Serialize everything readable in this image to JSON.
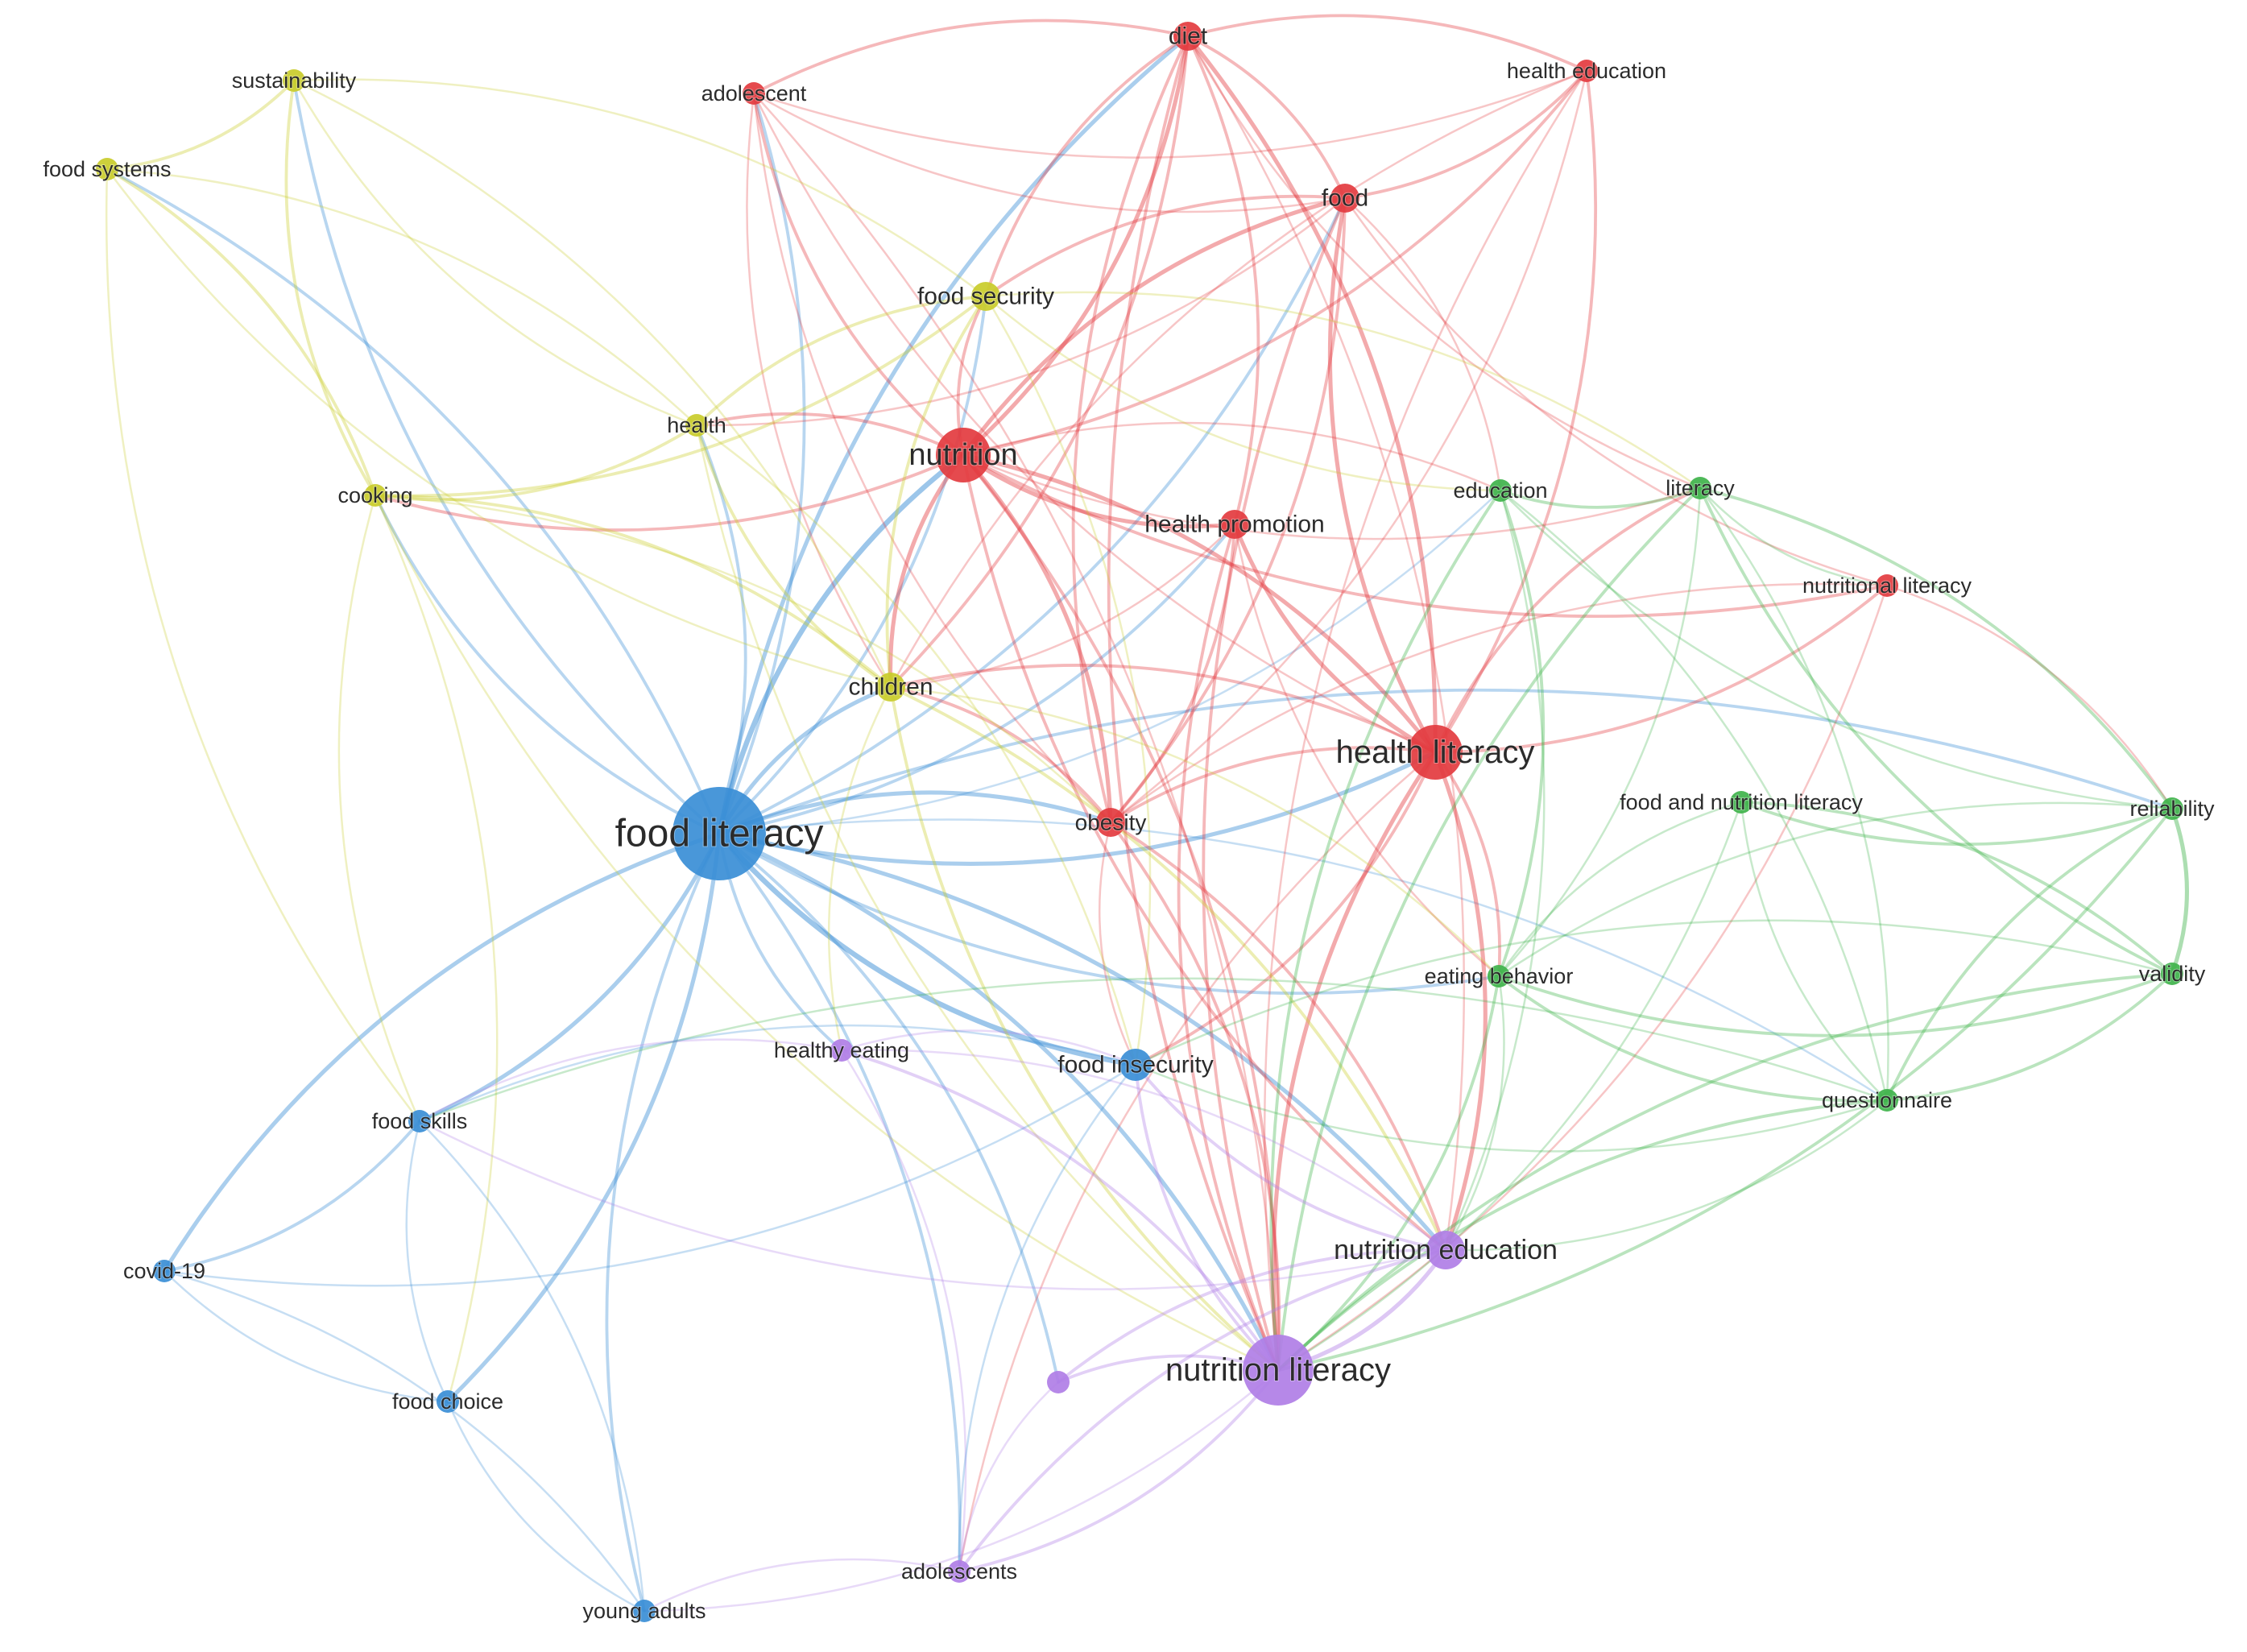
{
  "clusters": {
    "red": "#e33b3f",
    "blue": "#3a8ed6",
    "green": "#3fb34b",
    "yellow": "#c9cc2a",
    "purple": "#b07ee6"
  },
  "nodes": [
    {
      "id": "food-literacy",
      "label": "food literacy",
      "cluster": "blue",
      "weight": 10
    },
    {
      "id": "nutrition-literacy",
      "label": "nutrition literacy",
      "cluster": "purple",
      "weight": 7
    },
    {
      "id": "health-literacy",
      "label": "health literacy",
      "cluster": "red",
      "weight": 6
    },
    {
      "id": "nutrition",
      "label": "nutrition",
      "cluster": "red",
      "weight": 6
    },
    {
      "id": "nutrition-education",
      "label": "nutrition education",
      "cluster": "purple",
      "weight": 4
    },
    {
      "id": "food-insecurity",
      "label": "food insecurity",
      "cluster": "blue",
      "weight": 3
    },
    {
      "id": "obesity",
      "label": "obesity",
      "cluster": "red",
      "weight": 3
    },
    {
      "id": "children",
      "label": "children",
      "cluster": "yellow",
      "weight": 3
    },
    {
      "id": "diet",
      "label": "diet",
      "cluster": "red",
      "weight": 3
    },
    {
      "id": "food",
      "label": "food",
      "cluster": "red",
      "weight": 3
    },
    {
      "id": "health-promotion",
      "label": "health promotion",
      "cluster": "red",
      "weight": 3
    },
    {
      "id": "food-security",
      "label": "food security",
      "cluster": "yellow",
      "weight": 3
    },
    {
      "id": "health-education",
      "label": "health education",
      "cluster": "red",
      "weight": 2
    },
    {
      "id": "adolescent",
      "label": "adolescent",
      "cluster": "red",
      "weight": 2
    },
    {
      "id": "sustainability",
      "label": "sustainability",
      "cluster": "yellow",
      "weight": 2
    },
    {
      "id": "food-systems",
      "label": "food systems",
      "cluster": "yellow",
      "weight": 2
    },
    {
      "id": "health",
      "label": "health",
      "cluster": "yellow",
      "weight": 2
    },
    {
      "id": "cooking",
      "label": "cooking",
      "cluster": "yellow",
      "weight": 2
    },
    {
      "id": "education",
      "label": "education",
      "cluster": "green",
      "weight": 2
    },
    {
      "id": "literacy",
      "label": "literacy",
      "cluster": "green",
      "weight": 2
    },
    {
      "id": "nutritional-literacy",
      "label": "nutritional literacy",
      "cluster": "red",
      "weight": 2
    },
    {
      "id": "food-and-nutrition-literacy",
      "label": "food and nutrition literacy",
      "cluster": "green",
      "weight": 2
    },
    {
      "id": "reliability",
      "label": "reliability",
      "cluster": "green",
      "weight": 2
    },
    {
      "id": "validity",
      "label": "validity",
      "cluster": "green",
      "weight": 2
    },
    {
      "id": "eating-behavior",
      "label": "eating behavior",
      "cluster": "green",
      "weight": 2
    },
    {
      "id": "questionnaire",
      "label": "questionnaire",
      "cluster": "green",
      "weight": 2
    },
    {
      "id": "healthy-eating",
      "label": "healthy eating",
      "cluster": "purple",
      "weight": 2
    },
    {
      "id": "food-skills",
      "label": "food skills",
      "cluster": "blue",
      "weight": 2
    },
    {
      "id": "covid-19",
      "label": "covid-19",
      "cluster": "blue",
      "weight": 2
    },
    {
      "id": "food-choice",
      "label": "food choice",
      "cluster": "blue",
      "weight": 2
    },
    {
      "id": "young-adults",
      "label": "young adults",
      "cluster": "blue",
      "weight": 2
    },
    {
      "id": "adolescents",
      "label": "adolescents",
      "cluster": "purple",
      "weight": 2
    },
    {
      "id": "unlabeled-purple",
      "label": "",
      "cluster": "purple",
      "weight": 2
    }
  ],
  "links": [
    [
      "food-literacy",
      "nutrition",
      4
    ],
    [
      "food-literacy",
      "health-literacy",
      3
    ],
    [
      "food-literacy",
      "nutrition-literacy",
      3
    ],
    [
      "food-literacy",
      "food-insecurity",
      4
    ],
    [
      "food-literacy",
      "children",
      3
    ],
    [
      "food-literacy",
      "food-security",
      2
    ],
    [
      "food-literacy",
      "diet",
      3
    ],
    [
      "food-literacy",
      "food",
      2
    ],
    [
      "food-literacy",
      "obesity",
      3
    ],
    [
      "food-literacy",
      "health-promotion",
      2
    ],
    [
      "food-literacy",
      "cooking",
      2
    ],
    [
      "food-literacy",
      "health",
      2
    ],
    [
      "food-literacy",
      "sustainability",
      2
    ],
    [
      "food-literacy",
      "food-systems",
      2
    ],
    [
      "food-literacy",
      "food-skills",
      3
    ],
    [
      "food-literacy",
      "covid-19",
      3
    ],
    [
      "food-literacy",
      "food-choice",
      3
    ],
    [
      "food-literacy",
      "young-adults",
      2
    ],
    [
      "food-literacy",
      "adolescents",
      2
    ],
    [
      "food-literacy",
      "healthy-eating",
      2
    ],
    [
      "food-literacy",
      "nutrition-education",
      3
    ],
    [
      "food-literacy",
      "eating-behavior",
      2
    ],
    [
      "food-literacy",
      "questionnaire",
      1
    ],
    [
      "food-literacy",
      "adolescent",
      2
    ],
    [
      "food-literacy",
      "reliability",
      2
    ],
    [
      "food-literacy",
      "education",
      1
    ],
    [
      "food-literacy",
      "unlabeled-purple",
      2
    ],
    [
      "nutrition",
      "diet",
      3
    ],
    [
      "nutrition",
      "food",
      3
    ],
    [
      "nutrition",
      "health-education",
      2
    ],
    [
      "nutrition",
      "health-literacy",
      3
    ],
    [
      "nutrition",
      "health-promotion",
      3
    ],
    [
      "nutrition",
      "obesity",
      3
    ],
    [
      "nutrition",
      "children",
      3
    ],
    [
      "nutrition",
      "adolescent",
      2
    ],
    [
      "nutrition",
      "nutritional-literacy",
      2
    ],
    [
      "nutrition",
      "education",
      1
    ],
    [
      "nutrition",
      "literacy",
      1
    ],
    [
      "nutrition",
      "nutrition-literacy",
      2
    ],
    [
      "nutrition",
      "nutrition-education",
      2
    ],
    [
      "nutrition",
      "food-security",
      2
    ],
    [
      "nutrition",
      "health",
      2
    ],
    [
      "nutrition",
      "cooking",
      2
    ],
    [
      "health-literacy",
      "diet",
      3
    ],
    [
      "health-literacy",
      "food",
      3
    ],
    [
      "health-literacy",
      "health-education",
      2
    ],
    [
      "health-literacy",
      "health-promotion",
      3
    ],
    [
      "health-literacy",
      "nutrition-literacy",
      3
    ],
    [
      "health-literacy",
      "nutrition-education",
      3
    ],
    [
      "health-literacy",
      "obesity",
      2
    ],
    [
      "health-literacy",
      "eating-behavior",
      2
    ],
    [
      "health-literacy",
      "nutritional-literacy",
      2
    ],
    [
      "health-literacy",
      "literacy",
      2
    ],
    [
      "health-literacy",
      "children",
      2
    ],
    [
      "health-literacy",
      "food-insecurity",
      2
    ],
    [
      "health-literacy",
      "adolescents",
      1
    ],
    [
      "health-literacy",
      "adolescent",
      1
    ],
    [
      "diet",
      "adolescent",
      2
    ],
    [
      "diet",
      "food",
      2
    ],
    [
      "diet",
      "obesity",
      2
    ],
    [
      "diet",
      "health-education",
      2
    ],
    [
      "diet",
      "food-security",
      2
    ],
    [
      "diet",
      "health-promotion",
      2
    ],
    [
      "diet",
      "nutrition-literacy",
      2
    ],
    [
      "diet",
      "children",
      2
    ],
    [
      "diet",
      "literacy",
      1
    ],
    [
      "diet",
      "nutrition-education",
      1
    ],
    [
      "food",
      "health-education",
      2
    ],
    [
      "food",
      "obesity",
      2
    ],
    [
      "food",
      "nutrition-literacy",
      2
    ],
    [
      "food",
      "adolescent",
      1
    ],
    [
      "food",
      "nutritional-literacy",
      1
    ],
    [
      "food",
      "education",
      1
    ],
    [
      "food",
      "food-security",
      2
    ],
    [
      "food",
      "health",
      1
    ],
    [
      "health-education",
      "nutrition-literacy",
      1
    ],
    [
      "health-education",
      "obesity",
      1
    ],
    [
      "health-education",
      "children",
      1
    ],
    [
      "health-education",
      "adolescent",
      1
    ],
    [
      "adolescent",
      "obesity",
      1
    ],
    [
      "adolescent",
      "nutrition-literacy",
      1
    ],
    [
      "adolescent",
      "children",
      1
    ],
    [
      "health-promotion",
      "obesity",
      2
    ],
    [
      "health-promotion",
      "nutrition-literacy",
      2
    ],
    [
      "health-promotion",
      "children",
      1
    ],
    [
      "health-promotion",
      "eating-behavior",
      1
    ],
    [
      "obesity",
      "nutrition-literacy",
      2
    ],
    [
      "obesity",
      "children",
      2
    ],
    [
      "obesity",
      "nutrition-education",
      2
    ],
    [
      "obesity",
      "food-insecurity",
      1
    ],
    [
      "nutritional-literacy",
      "nutrition-literacy",
      1
    ],
    [
      "nutritional-literacy",
      "obesity",
      1
    ],
    [
      "nutritional-literacy",
      "reliability",
      1
    ],
    [
      "food-security",
      "children",
      2
    ],
    [
      "food-security",
      "cooking",
      2
    ],
    [
      "food-security",
      "health",
      2
    ],
    [
      "food-security",
      "food-insecurity",
      1
    ],
    [
      "food-security",
      "sustainability",
      1
    ],
    [
      "food-security",
      "literacy",
      1
    ],
    [
      "food-security",
      "education",
      1
    ],
    [
      "sustainability",
      "food-systems",
      2
    ],
    [
      "sustainability",
      "cooking",
      2
    ],
    [
      "sustainability",
      "children",
      1
    ],
    [
      "sustainability",
      "health",
      1
    ],
    [
      "food-systems",
      "cooking",
      2
    ],
    [
      "food-systems",
      "children",
      1
    ],
    [
      "food-systems",
      "health",
      1
    ],
    [
      "food-systems",
      "food-skills",
      1
    ],
    [
      "health",
      "cooking",
      2
    ],
    [
      "health",
      "children",
      2
    ],
    [
      "health",
      "food-insecurity",
      1
    ],
    [
      "health",
      "nutrition-literacy",
      1
    ],
    [
      "cooking",
      "children",
      2
    ],
    [
      "cooking",
      "food-skills",
      1
    ],
    [
      "cooking",
      "obesity",
      1
    ],
    [
      "cooking",
      "nutrition-literacy",
      1
    ],
    [
      "cooking",
      "food-choice",
      1
    ],
    [
      "children",
      "nutrition-literacy",
      2
    ],
    [
      "children",
      "nutrition-education",
      2
    ],
    [
      "children",
      "healthy-eating",
      1
    ],
    [
      "children",
      "eating-behavior",
      1
    ],
    [
      "education",
      "literacy",
      2
    ],
    [
      "education",
      "eating-behavior",
      2
    ],
    [
      "education",
      "nutrition-literacy",
      2
    ],
    [
      "education",
      "questionnaire",
      1
    ],
    [
      "education",
      "reliability",
      1
    ],
    [
      "education",
      "nutrition-education",
      1
    ],
    [
      "literacy",
      "nutritional-literacy",
      1
    ],
    [
      "literacy",
      "reliability",
      2
    ],
    [
      "literacy",
      "validity",
      2
    ],
    [
      "literacy",
      "questionnaire",
      1
    ],
    [
      "literacy",
      "nutrition-literacy",
      2
    ],
    [
      "literacy",
      "eating-behavior",
      1
    ],
    [
      "food-and-nutrition-literacy",
      "reliability",
      2
    ],
    [
      "food-and-nutrition-literacy",
      "validity",
      2
    ],
    [
      "food-and-nutrition-literacy",
      "questionnaire",
      1
    ],
    [
      "food-and-nutrition-literacy",
      "nutrition-literacy",
      1
    ],
    [
      "food-and-nutrition-literacy",
      "eating-behavior",
      1
    ],
    [
      "reliability",
      "validity",
      3
    ],
    [
      "reliability",
      "questionnaire",
      2
    ],
    [
      "reliability",
      "nutrition-literacy",
      2
    ],
    [
      "reliability",
      "eating-behavior",
      1
    ],
    [
      "validity",
      "questionnaire",
      2
    ],
    [
      "validity",
      "nutrition-literacy",
      2
    ],
    [
      "validity",
      "eating-behavior",
      2
    ],
    [
      "validity",
      "food-insecurity",
      1
    ],
    [
      "eating-behavior",
      "nutrition-literacy",
      2
    ],
    [
      "eating-behavior",
      "questionnaire",
      2
    ],
    [
      "eating-behavior",
      "nutrition-education",
      1
    ],
    [
      "questionnaire",
      "nutrition-literacy",
      2
    ],
    [
      "questionnaire",
      "nutrition-education",
      1
    ],
    [
      "questionnaire",
      "food-skills",
      1
    ],
    [
      "questionnaire",
      "food-insecurity",
      1
    ],
    [
      "nutrition-literacy",
      "nutrition-education",
      3
    ],
    [
      "nutrition-literacy",
      "adolescents",
      2
    ],
    [
      "nutrition-literacy",
      "healthy-eating",
      2
    ],
    [
      "nutrition-literacy",
      "food-insecurity",
      2
    ],
    [
      "nutrition-literacy",
      "unlabeled-purple",
      2
    ],
    [
      "nutrition-literacy",
      "young-adults",
      1
    ],
    [
      "nutrition-education",
      "adolescents",
      2
    ],
    [
      "nutrition-education",
      "food-insecurity",
      2
    ],
    [
      "nutrition-education",
      "healthy-eating",
      1
    ],
    [
      "nutrition-education",
      "food-skills",
      1
    ],
    [
      "nutrition-education",
      "unlabeled-purple",
      2
    ],
    [
      "healthy-eating",
      "adolescents",
      1
    ],
    [
      "healthy-eating",
      "food-skills",
      1
    ],
    [
      "healthy-eating",
      "food-insecurity",
      1
    ],
    [
      "food-insecurity",
      "food-skills",
      1
    ],
    [
      "food-insecurity",
      "covid-19",
      1
    ],
    [
      "food-insecurity",
      "adolescents",
      1
    ],
    [
      "food-skills",
      "covid-19",
      2
    ],
    [
      "food-skills",
      "food-choice",
      1
    ],
    [
      "food-skills",
      "young-adults",
      1
    ],
    [
      "covid-19",
      "food-choice",
      1
    ],
    [
      "covid-19",
      "young-adults",
      1
    ],
    [
      "food-choice",
      "young-adults",
      1
    ],
    [
      "adolescents",
      "unlabeled-purple",
      1
    ],
    [
      "adolescents",
      "young-adults",
      1
    ]
  ]
}
